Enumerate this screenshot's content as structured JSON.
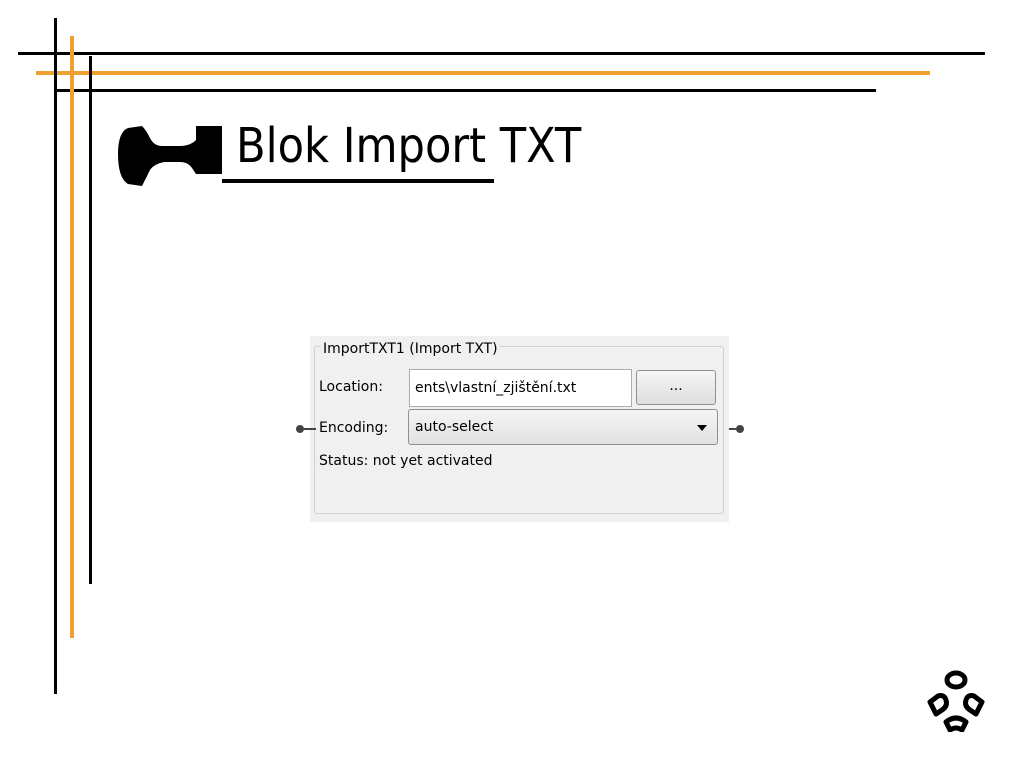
{
  "slide": {
    "title": "Blok Import TXT"
  },
  "widget": {
    "group_title": "ImportTXT1 (Import TXT)",
    "location_label": "Location:",
    "location_value": "ents\\vlastní_zjištění.txt",
    "browse_button": "...",
    "encoding_label": "Encoding:",
    "encoding_value": "auto-select",
    "status_text": "Status: not yet activated"
  },
  "colors": {
    "accent_orange": "#f0a030",
    "line_black": "#000000",
    "widget_bg": "#f0f0f0"
  },
  "icons": {
    "title_bullet": "title-bullet-shape",
    "logo": "bbd-logo-icon",
    "dropdown": "chevron-down-icon",
    "ports": "connector-port-icon"
  }
}
